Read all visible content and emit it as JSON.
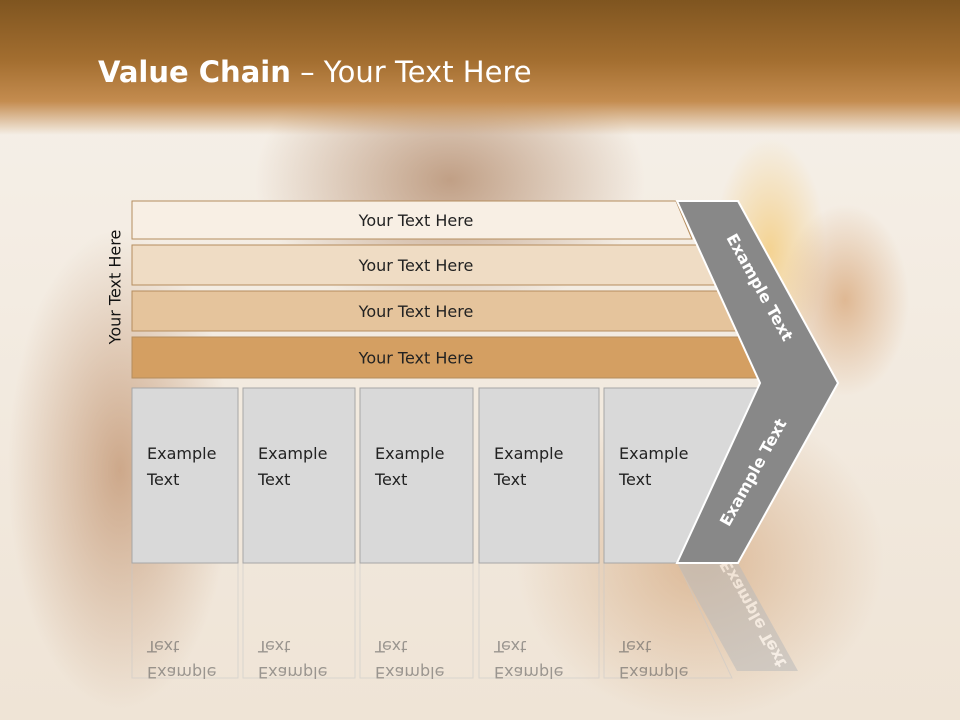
{
  "slide": {
    "title_bold": "Value Chain",
    "title_rest": " – Your Text Here",
    "vertical_label": "Your Text Here"
  },
  "rows": [
    {
      "label": "Your Text Here",
      "fill": "#f8efe4"
    },
    {
      "label": "Your Text Here",
      "fill": "#efdcc4"
    },
    {
      "label": "Your Text Here",
      "fill": "#e5c49c"
    },
    {
      "label": "Your Text Here",
      "fill": "#d49f62"
    }
  ],
  "boxes": [
    {
      "line1": "Example",
      "line2": "Text"
    },
    {
      "line1": "Example",
      "line2": "Text"
    },
    {
      "line1": "Example",
      "line2": "Text"
    },
    {
      "line1": "Example",
      "line2": "Text"
    },
    {
      "line1": "Example",
      "line2": "Text"
    }
  ],
  "chevron": {
    "upper_label": "Example Text",
    "lower_label": "Example Text",
    "fill": "#888888"
  },
  "colors": {
    "header": "#a36e30",
    "box_fill": "#d9d9d9",
    "box_stroke": "#a6a6a6"
  }
}
